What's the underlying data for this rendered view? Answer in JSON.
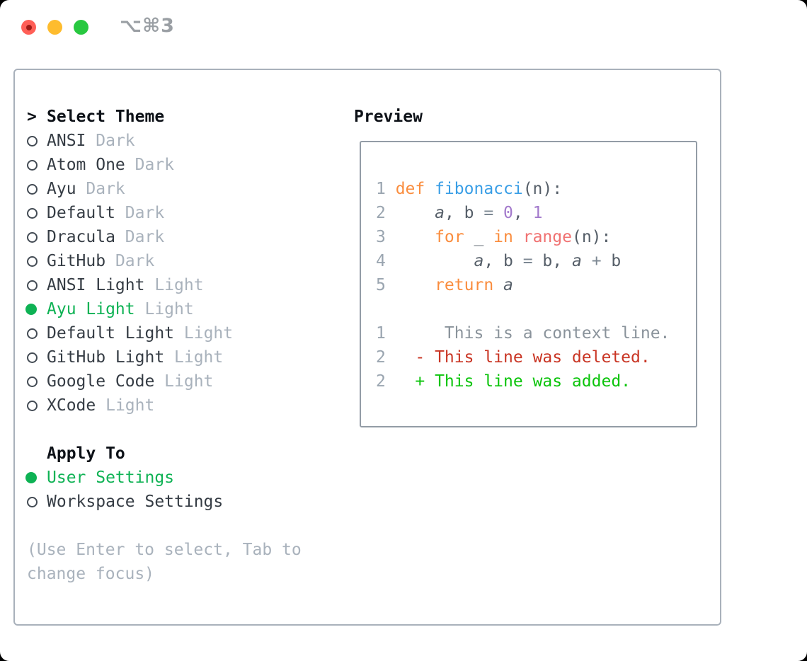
{
  "window": {
    "title": "⌥⌘3",
    "traffic_light_colors": {
      "close": "#FF5F57",
      "minimize": "#FEBC2E",
      "zoom": "#28C840"
    }
  },
  "theme_panel": {
    "header": {
      "marker": ">",
      "label": "Select Theme"
    },
    "themes": [
      {
        "label": "ANSI",
        "variant": "Dark",
        "selected": false
      },
      {
        "label": "Atom One",
        "variant": "Dark",
        "selected": false
      },
      {
        "label": "Ayu",
        "variant": "Dark",
        "selected": false
      },
      {
        "label": "Default",
        "variant": "Dark",
        "selected": false
      },
      {
        "label": "Dracula",
        "variant": "Dark",
        "selected": false
      },
      {
        "label": "GitHub",
        "variant": "Dark",
        "selected": false
      },
      {
        "label": "ANSI Light",
        "variant": "Light",
        "selected": false
      },
      {
        "label": "Ayu Light",
        "variant": "Light",
        "selected": true
      },
      {
        "label": "Default Light",
        "variant": "Light",
        "selected": false
      },
      {
        "label": "GitHub Light",
        "variant": "Light",
        "selected": false
      },
      {
        "label": "Google Code",
        "variant": "Light",
        "selected": false
      },
      {
        "label": "XCode",
        "variant": "Light",
        "selected": false
      }
    ],
    "apply_to": {
      "label": "Apply To",
      "options": [
        {
          "label": "User Settings",
          "selected": true
        },
        {
          "label": "Workspace Settings",
          "selected": false
        }
      ]
    },
    "help_lines": [
      "(Use Enter to select, Tab to",
      "change focus)"
    ]
  },
  "preview": {
    "label": "Preview",
    "lines": [
      {
        "num": "",
        "tokens": []
      },
      {
        "num": "1",
        "tokens": [
          {
            "t": "def ",
            "c": "kw"
          },
          {
            "t": "fibonacci",
            "c": "fn"
          },
          {
            "t": "(n):",
            "c": "tx"
          }
        ]
      },
      {
        "num": "2",
        "tokens": [
          {
            "t": "    ",
            "c": "tx"
          },
          {
            "t": "a",
            "c": "tx",
            "i": true
          },
          {
            "t": ", b ",
            "c": "tx"
          },
          {
            "t": "=",
            "c": "opr"
          },
          {
            "t": " ",
            "c": "tx"
          },
          {
            "t": "0",
            "c": "ct"
          },
          {
            "t": ", ",
            "c": "tx"
          },
          {
            "t": "1",
            "c": "ct"
          }
        ]
      },
      {
        "num": "3",
        "tokens": [
          {
            "t": "    ",
            "c": "tx"
          },
          {
            "t": "for",
            "c": "kw"
          },
          {
            "t": " _ ",
            "c": "tx"
          },
          {
            "t": "in",
            "c": "kw"
          },
          {
            "t": " ",
            "c": "tx"
          },
          {
            "t": "range",
            "c": "rg"
          },
          {
            "t": "(n):",
            "c": "tx"
          }
        ]
      },
      {
        "num": "4",
        "tokens": [
          {
            "t": "        ",
            "c": "tx"
          },
          {
            "t": "a",
            "c": "tx",
            "i": true
          },
          {
            "t": ", b ",
            "c": "tx"
          },
          {
            "t": "=",
            "c": "opr"
          },
          {
            "t": " b, ",
            "c": "tx"
          },
          {
            "t": "a",
            "c": "tx",
            "i": true
          },
          {
            "t": " ",
            "c": "tx"
          },
          {
            "t": "+",
            "c": "opr"
          },
          {
            "t": " b",
            "c": "tx"
          }
        ]
      },
      {
        "num": "5",
        "tokens": [
          {
            "t": "    ",
            "c": "tx"
          },
          {
            "t": "return",
            "c": "kw"
          },
          {
            "t": " ",
            "c": "tx"
          },
          {
            "t": "a",
            "c": "tx",
            "i": true
          }
        ]
      },
      {
        "num": "",
        "tokens": []
      },
      {
        "num": "1",
        "tokens": [
          {
            "t": "     This is a context line.",
            "c": "mu"
          }
        ]
      },
      {
        "num": "2",
        "tokens": [
          {
            "t": "  - This line was deleted.",
            "c": "de"
          }
        ]
      },
      {
        "num": "2",
        "tokens": [
          {
            "t": "  + This line was added.",
            "c": "ad"
          }
        ]
      }
    ]
  },
  "colors": {
    "selection_green": "#0EB254",
    "keyword": "#FA8D3E",
    "function_name": "#399EE6",
    "builtin": "#F07171",
    "constant": "#A37ACC",
    "code_text": "#555E68",
    "muted": "#A9B2BC",
    "line_number": "#9AA5B0",
    "diff_deleted": "#C93524",
    "diff_added": "#0BC40B",
    "panel_border": "#A9B1BB",
    "preview_border": "#939CA6"
  }
}
